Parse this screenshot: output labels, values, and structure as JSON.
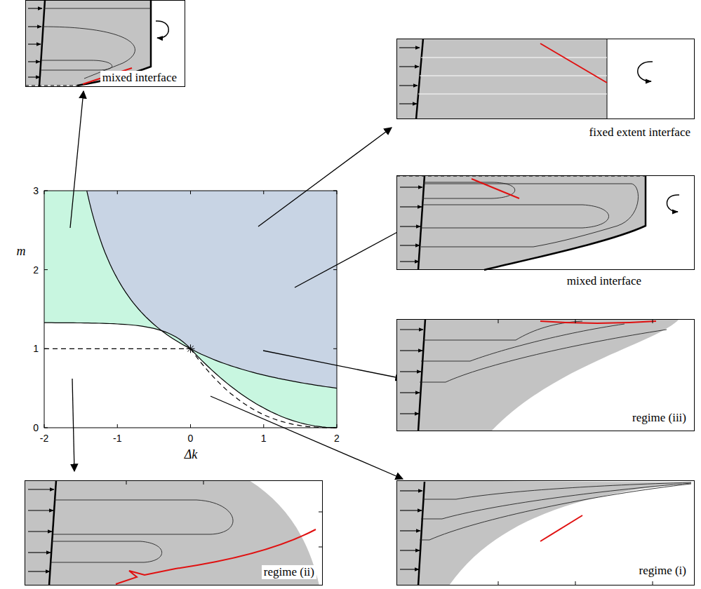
{
  "diagram": {
    "nodes": [
      {
        "text": [
          "mixed interface"
        ]
      },
      {
        "text": [
          "fixed extent interface"
        ]
      },
      {
        "text": [
          "mixed interface"
        ]
      },
      {
        "text": [
          "regime (iii)"
        ]
      },
      {
        "text": [
          "regime (ii)"
        ]
      },
      {
        "text": [
          "regime (i)"
        ]
      }
    ],
    "labels": [
      "3",
      "2",
      "1",
      "0",
      "-2",
      "-1",
      "0",
      "1",
      "2",
      "m",
      "Δk"
    ]
  }
}
